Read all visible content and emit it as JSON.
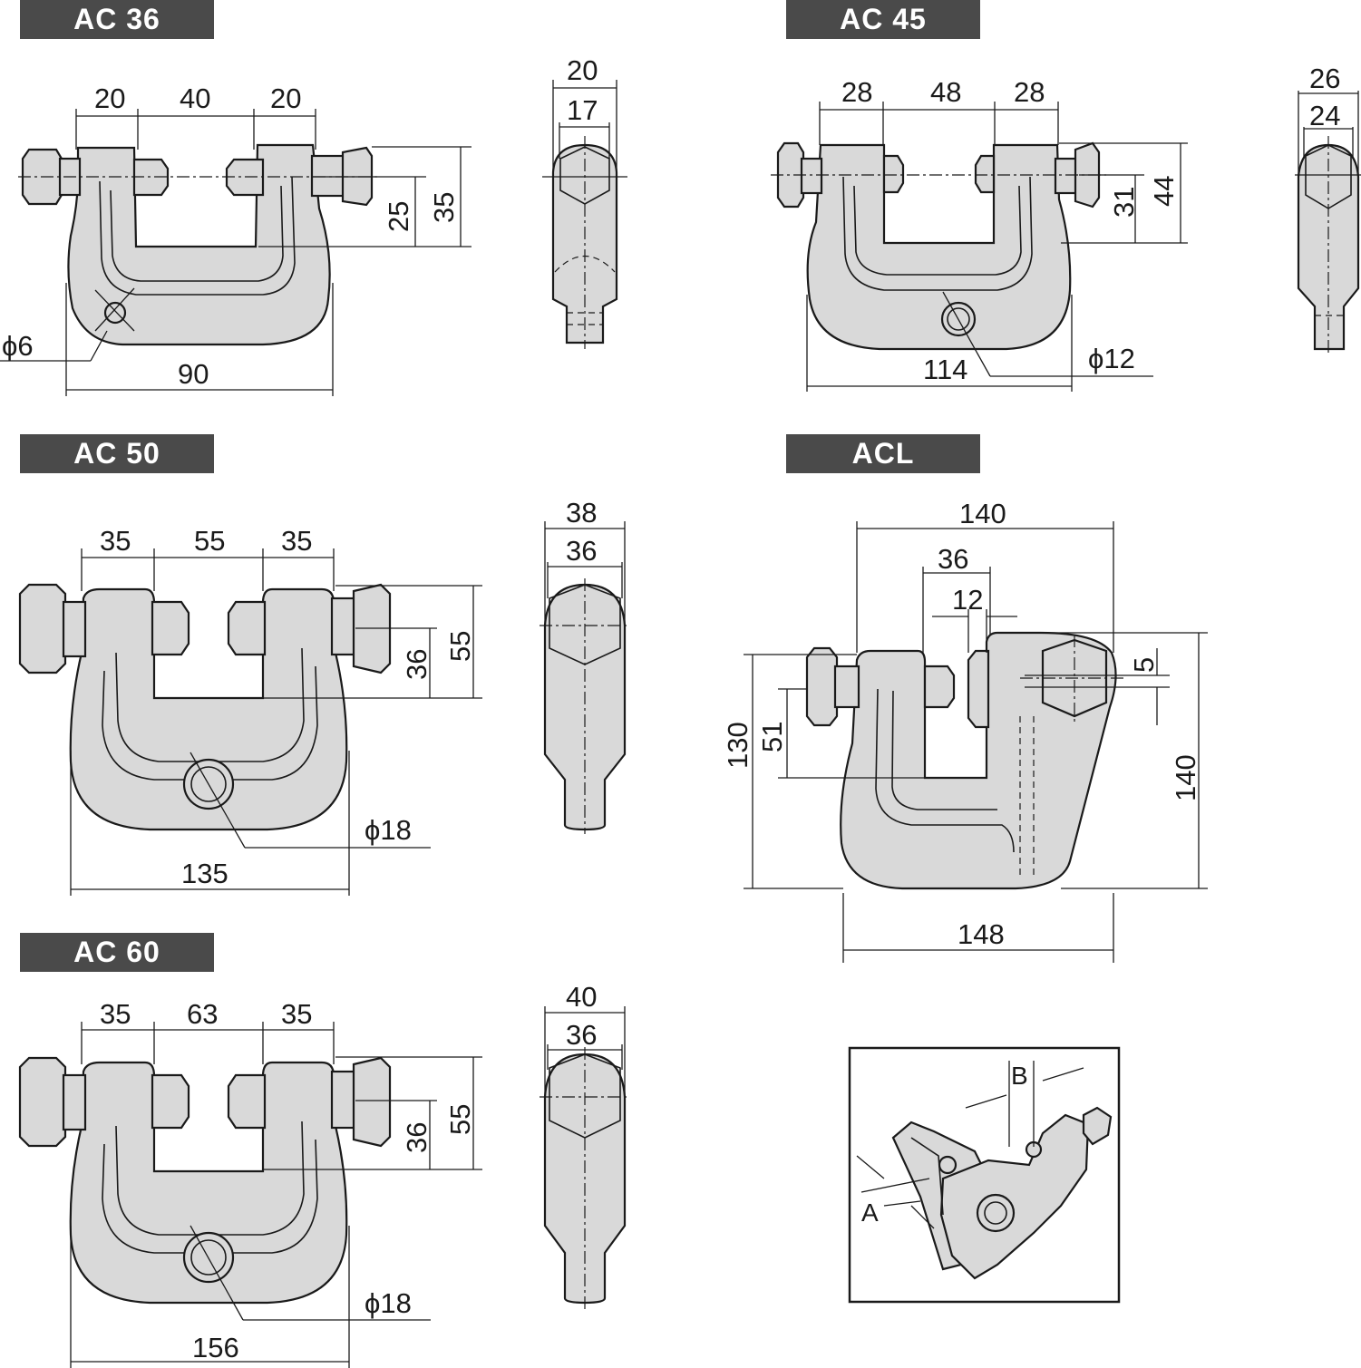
{
  "labels": {
    "ac36": "AC 36",
    "ac45": "AC 45",
    "ac50": "AC 50",
    "acl": "ACL",
    "ac60": "AC 60"
  },
  "ac36": {
    "d1": "20",
    "d2": "40",
    "d3": "20",
    "h1": "25",
    "h2": "35",
    "hole": "ϕ6",
    "width": "90",
    "side_w1": "20",
    "side_w2": "17"
  },
  "ac45": {
    "d1": "28",
    "d2": "48",
    "d3": "28",
    "h1": "31",
    "h2": "44",
    "hole": "ϕ12",
    "width": "114",
    "side_w1": "26",
    "side_w2": "24"
  },
  "ac50": {
    "d1": "35",
    "d2": "55",
    "d3": "35",
    "h1": "36",
    "h2": "55",
    "hole": "ϕ18",
    "width": "135",
    "side_w1": "38",
    "side_w2": "36"
  },
  "ac60": {
    "d1": "35",
    "d2": "63",
    "d3": "35",
    "h1": "36",
    "h2": "55",
    "hole": "ϕ18",
    "width": "156",
    "side_w1": "40",
    "side_w2": "36"
  },
  "acl": {
    "top": "140",
    "d36": "36",
    "d12": "12",
    "d5": "5",
    "h130": "130",
    "h51": "51",
    "h140": "140",
    "bottom": "148"
  },
  "inset": {
    "a": "A",
    "b": "B"
  }
}
